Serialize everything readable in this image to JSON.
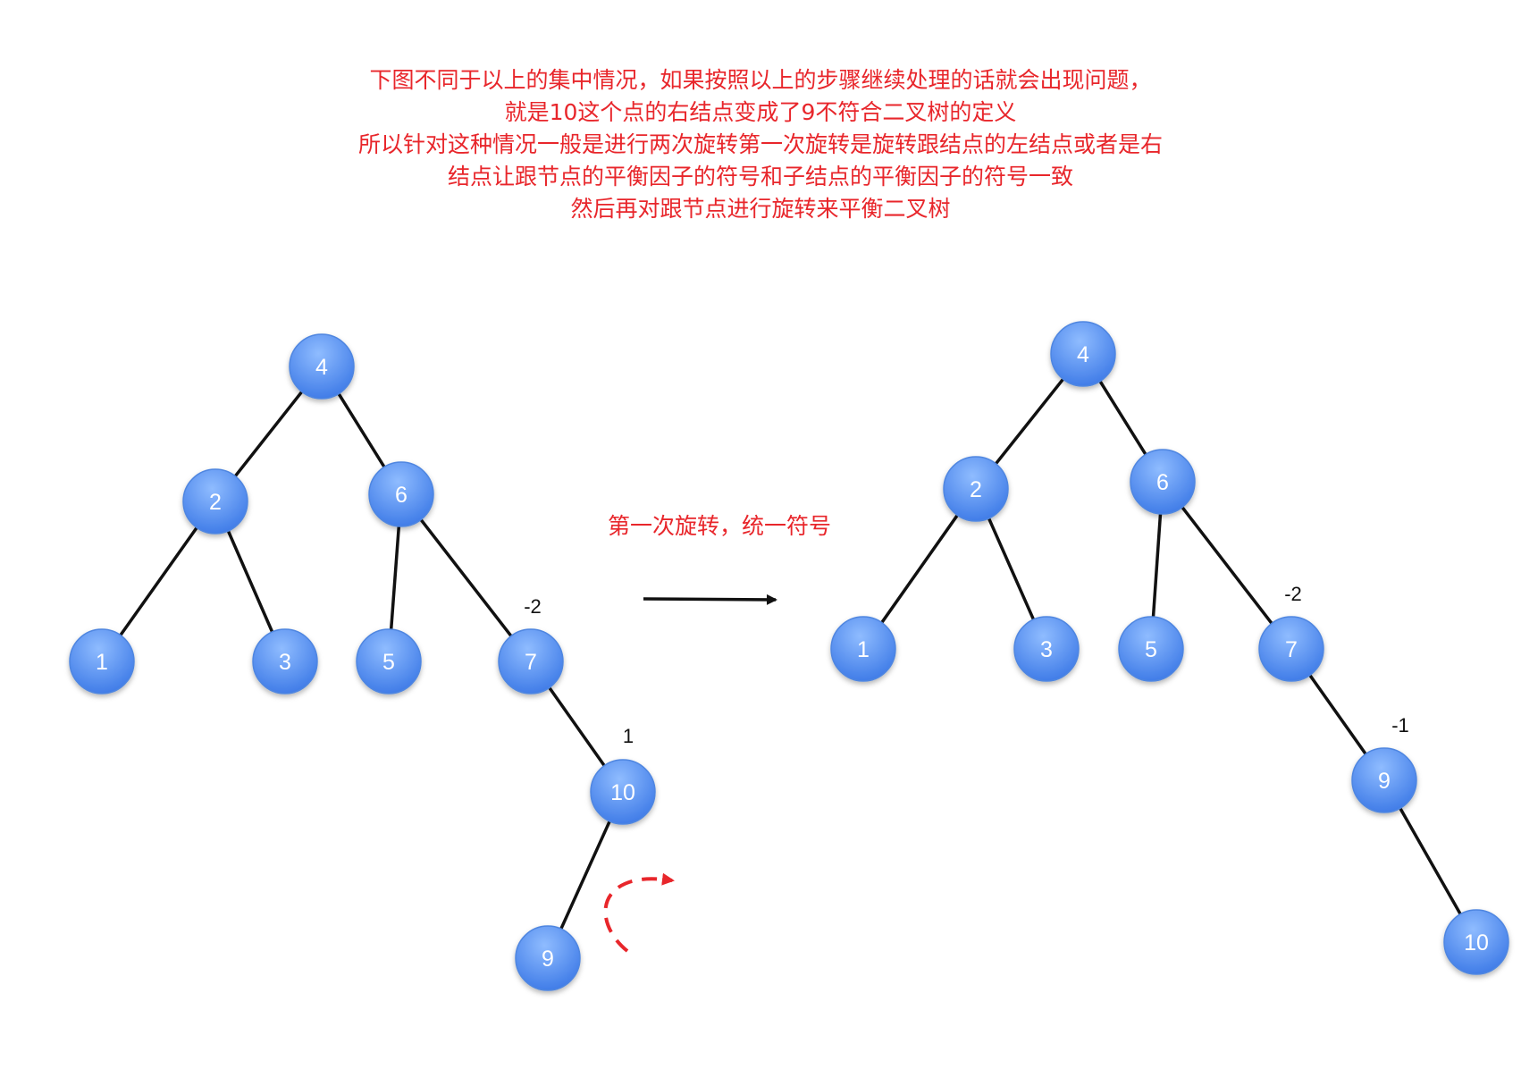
{
  "description_lines": [
    "下图不同于以上的集中情况，如果按照以上的步骤继续处理的话就会出现问题，",
    "就是10这个点的右结点变成了9不符合二叉树的定义",
    "所以针对这种情况一般是进行两次旋转第一次旋转是旋转跟结点的左结点或者是右",
    "结点让跟节点的平衡因子的符号和子结点的平衡因子的符号一致",
    "然后再对跟节点进行旋转来平衡二叉树"
  ],
  "step_label": "第一次旋转，统一符号",
  "colors": {
    "text_red": "#e8262b",
    "node_fill_top": "#7fb2ff",
    "node_fill_bottom": "#3b7ce8",
    "node_stroke": "#4f86e0",
    "edge": "#111111"
  },
  "trees": {
    "before": {
      "nodes": [
        {
          "id": "4",
          "label": "4"
        },
        {
          "id": "2",
          "label": "2"
        },
        {
          "id": "6",
          "label": "6"
        },
        {
          "id": "1",
          "label": "1"
        },
        {
          "id": "3",
          "label": "3"
        },
        {
          "id": "5",
          "label": "5"
        },
        {
          "id": "7",
          "label": "7",
          "balance": "-2"
        },
        {
          "id": "10",
          "label": "10",
          "balance": "1"
        },
        {
          "id": "9",
          "label": "9"
        }
      ],
      "edges": [
        [
          "4",
          "2"
        ],
        [
          "4",
          "6"
        ],
        [
          "2",
          "1"
        ],
        [
          "2",
          "3"
        ],
        [
          "6",
          "5"
        ],
        [
          "6",
          "7"
        ],
        [
          "7",
          "10"
        ],
        [
          "10",
          "9"
        ]
      ]
    },
    "after": {
      "nodes": [
        {
          "id": "4",
          "label": "4"
        },
        {
          "id": "2",
          "label": "2"
        },
        {
          "id": "6",
          "label": "6"
        },
        {
          "id": "1",
          "label": "1"
        },
        {
          "id": "3",
          "label": "3"
        },
        {
          "id": "5",
          "label": "5"
        },
        {
          "id": "7",
          "label": "7",
          "balance": "-2"
        },
        {
          "id": "9",
          "label": "9",
          "balance": "-1"
        },
        {
          "id": "10",
          "label": "10"
        }
      ],
      "edges": [
        [
          "4",
          "2"
        ],
        [
          "4",
          "6"
        ],
        [
          "2",
          "1"
        ],
        [
          "2",
          "3"
        ],
        [
          "6",
          "5"
        ],
        [
          "6",
          "7"
        ],
        [
          "7",
          "9"
        ],
        [
          "9",
          "10"
        ]
      ]
    }
  }
}
